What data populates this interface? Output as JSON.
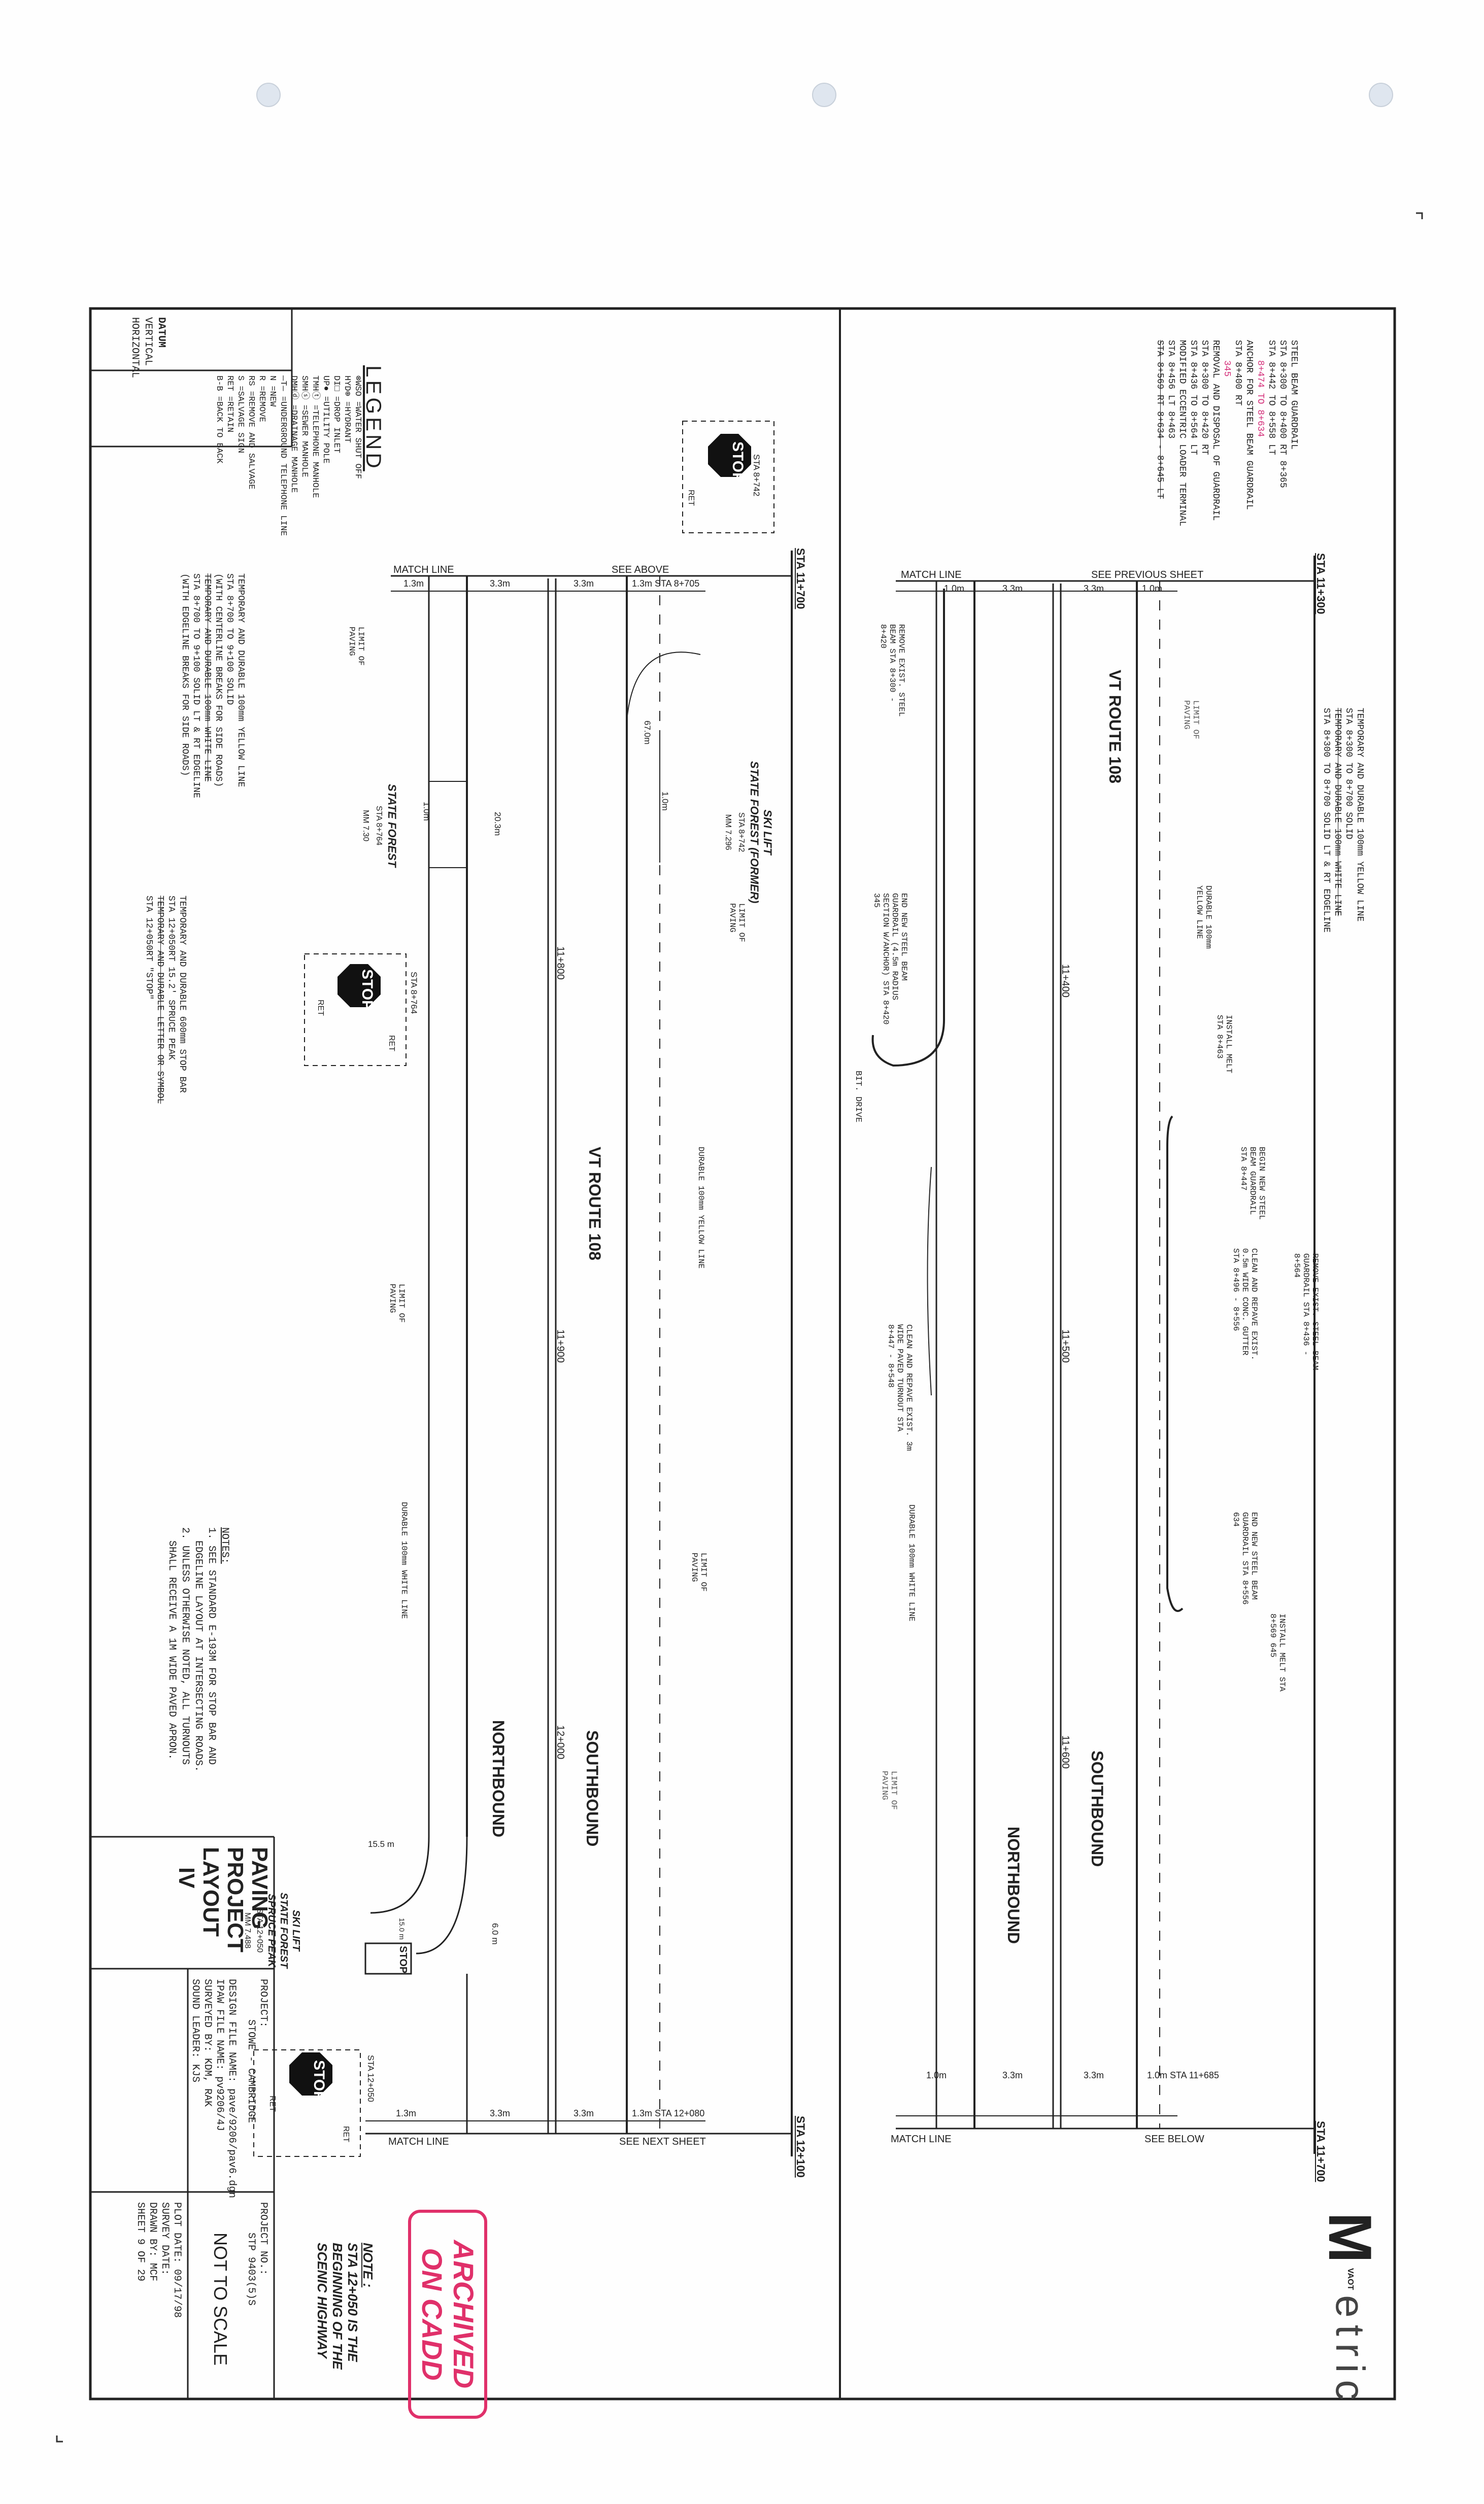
{
  "title_block": {
    "sheet_title_line1": "PAVING",
    "sheet_title_line2": "PROJECT",
    "sheet_title_line3": "LAYOUT",
    "sheet_title_line4": "IV",
    "project_label": "PROJECT:",
    "project_name": "STOWE - CAMBRIDGE",
    "design_file": "DESIGN FILE NAME:  pave/9206/pav6.dgn",
    "ipaw_file": "IPAW FILE NAME:  pv9206/4J",
    "surveyed_by": "SURVEYED BY: KDM, RAK",
    "sound_leader": "SOUND LEADER: KJS",
    "project_no_label": "PROJECT NO.:",
    "project_no": "STP 9403(5)S",
    "plot_date": "PLOT DATE: 09/17/98",
    "survey_date": "SURVEY DATE:",
    "drawn_by": "DRAWN BY: MCF",
    "sheet": "SHEET   9   OF   29",
    "scale": "NOT TO SCALE"
  },
  "stamp": {
    "line1": "ARCHIVED",
    "line2": "ON CADD"
  },
  "note_scenic": {
    "label": "NOTE :",
    "line1": "STA 12+050 IS THE",
    "line2": "BEGINNING OF THE",
    "line3": "SCENIC HIGHWAY"
  },
  "metric_logo": {
    "letter": "M",
    "small": "VAOT",
    "word": "etric"
  },
  "legend": {
    "title": "LEGEND",
    "items": [
      "⊗WSO =WATER SHUT OFF",
      "HYD⊕ =HYDRANT",
      "DI□ =DROP INLET",
      "UP● =UTILITY POLE",
      "TMHⓣ =TELEPHONE MANHOLE",
      "SMHⓢ =SEWER MANHOLE",
      "DMHⓓ =DRAINAGE MANHOLE",
      "—T— =UNDERGROUND TELEPHONE LINE",
      "N =NEW",
      "R =REMOVE",
      "RS =REMOVE AND SALVAGE",
      "S =SALVAGE SIGN",
      "RET =RETAIN",
      "B-B =BACK TO BACK"
    ],
    "datum": "DATUM",
    "vertical": "VERTICAL",
    "horizontal": "HORIZONTAL"
  },
  "notes": {
    "title": "NOTES:",
    "n1a": "1. SEE STANDARD E-193M FOR STOP BAR AND",
    "n1b": "EDGELINE LAYOUT AT INTERSECTING ROADS.",
    "n2a": "2. UNLESS OTHERWISE NOTED, ALL TURNOUTS",
    "n2b": "SHALL RECEIVE A 1M WIDE PAVED APRON."
  },
  "upper_panel": {
    "route": "VT ROUTE 108",
    "northbound": "NORTHBOUND",
    "southbound": "SOUTHBOUND",
    "sta_start": "STA 11+300",
    "sta_end": "STA 11+700",
    "match_line_top": "MATCH LINE",
    "see_previous": "SEE PREVIOUS SHEET",
    "match_line_bottom": "MATCH LINE",
    "see_below": "SEE BELOW",
    "stations": [
      "11+400",
      "11+500",
      "11+600"
    ],
    "dim_1": "1.0m",
    "dim_2": "3.3m",
    "dim_3": "3.3m",
    "dim_4": "1.0m",
    "sta_end_dim": "1.0m  STA 11+685",
    "notes_top": [
      "STEEL BEAM GUARDRAIL",
      "STA 8+300 TO 8+400 RT 8+365",
      "STA 8+442 TO 8+558 LT",
      "8+474 TO 8+634",
      "ANCHOR FOR STEEL BEAM GUARDRAIL",
      "STA 8+400 RT",
      "345",
      "REMOVAL AND DISPOSAL OF GUARDRAIL",
      "STA 8+300 TO 8+420 RT",
      "STA 8+436 TO 8+564 LT",
      "MODIFIED ECCENTRIC LOADER TERMINAL",
      "STA 8+456 LT 8+463",
      "STA 8+569 RT  8+634 - 8+645 LT"
    ],
    "temp_durable": "TEMPORARY AND DURABLE 100mm YELLOW LINE",
    "temp_durable2": "STA 8+300 TO 8+700 SOLID",
    "temp_durable3": "TEMPORARY AND DURABLE 100mm WHITE LINE",
    "temp_durable4": "STA 8+300 TO 8+700 SOLID LT & RT EDGELINE",
    "remove_exist": "REMOVE EXIST. STEEL BEAM STA 8+300 - 8+420",
    "end_new": "END NEW STEEL BEAM GUARDRAIL (4.5m RADIUS SECTION W/ANCHOR) STA 8+420 345",
    "bit_drive": "BIT. DRIVE",
    "install_melt_1": "INSTALL MELT STA 8+463",
    "begin_new": "BEGIN NEW STEEL BEAM GUARDRAIL STA 8+447",
    "remove_exist_2": "REMOVE EXIST. STEEL BEAM GUARDRAIL STA 8+436 - 8+564",
    "clean_repave": "CLEAN AND REPAVE EXIST. 0.5m WIDE CONC. GUTTER STA 8+496 - 8+556",
    "clean_repave_2": "CLEAN AND REPAVE EXIST. 3m WIDE PAVED TURNOUT STA 8+447 - 8+548",
    "end_new_2": "END NEW STEEL BEAM GUARDRAIL STA 8+556 634",
    "install_melt_2": "INSTALL MELT STA 8+569 645",
    "durable_yellow": "DURABLE 100mm YELLOW LINE",
    "durable_white": "DURABLE 100mm WHITE LINE",
    "limit_paving": "LIMIT OF PAVING"
  },
  "lower_panel": {
    "route": "VT ROUTE 108",
    "northbound": "NORTHBOUND",
    "southbound": "SOUTHBOUND",
    "sta_start": "STA 11+700",
    "sta_end": "STA 12+100",
    "match_line_top": "MATCH LINE",
    "see_above": "SEE ABOVE",
    "match_line_bottom": "MATCH LINE",
    "see_next": "SEE NEXT SHEET",
    "stations": [
      "11+800",
      "11+900",
      "12+000"
    ],
    "dim_1": "1.3m",
    "dim_2": "3.3m",
    "dim_3": "3.3m",
    "dim_4": "1.3m  STA 8+705",
    "dim_end": "1.3m  STA 12+080",
    "dim_end_1": "1.3m",
    "sta_8742": "STA 8+742",
    "ski_lift_former": "SKI LIFT",
    "state_forest_former": "STATE FOREST (FORMER)",
    "sta_8742b": "STA 8+742",
    "mm_7296": "MM 7.296",
    "dim_67": "67.0m",
    "dim_10": "1.0m",
    "dim_203": "20.3m",
    "state_forest": "STATE FOREST",
    "sta_8764": "STA 8+764",
    "mm_730": "MM 7.30",
    "sta_8764b": "STA 8+764",
    "temp_yellow": "TEMPORARY AND DURABLE 100mm YELLOW LINE",
    "temp_yellow2": "STA 8+700 TO 9+100 SOLID",
    "temp_yellow3": "(WITH CENTERLINE BREAKS FOR SIDE ROADS)",
    "temp_white": "TEMPORARY AND DURABLE 100mm WHITE LINE",
    "temp_white2": "STA 8+700 TO 9+100 SOLID LT & RT EDGELINE",
    "temp_white3": "(WITH EDGELINE BREAKS FOR SIDE ROADS)",
    "stop_bar": "TEMPORARY AND DURABLE 600mm STOP BAR",
    "stop_bar2": "STA 12+050RT 15.2' SPRUCE PEAK",
    "stop_letter": "TEMPORARY AND DURABLE LETTER OR SYMBOL",
    "stop_letter2": "STA 12+050RT \"STOP\"",
    "durable_yellow": "DURABLE 100mm YELLOW LINE",
    "durable_white": "DURABLE 100mm WHITE LINE",
    "limit_paving": "LIMIT OF PAVING",
    "dim_155": "15.5 m",
    "dim_60": "6.0 m",
    "dim_ret": "15.0 m",
    "ski_lift_spruce": "SKI LIFT",
    "state_forest_spruce": "STATE FOREST",
    "spruce_peak": "SPRUCE PEAK",
    "sta_12050": "STA 12+050",
    "mm_7488": "MM 7.488",
    "sta_12050b": "STA 12+050",
    "stop": "STOP",
    "ret": "RET"
  }
}
